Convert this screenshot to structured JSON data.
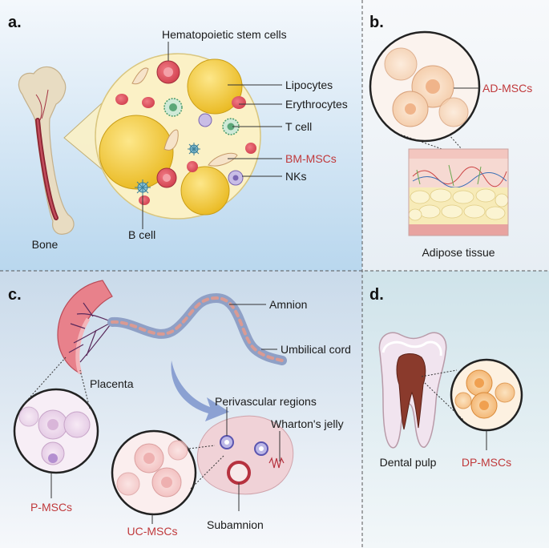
{
  "panels": {
    "a": {
      "letter": "a.",
      "hematopoietic": "Hematopoietic stem cells",
      "lipocytes": "Lipocytes",
      "erythrocytes": "Erythrocytes",
      "tcell": "T cell",
      "bmmscs": "BM-MSCs",
      "nks": "NKs",
      "bcell": "B  cell",
      "bone": "Bone"
    },
    "b": {
      "letter": "b.",
      "admscs": "AD-MSCs",
      "adipose": "Adipose tissue"
    },
    "c": {
      "letter": "c.",
      "amnion": "Amnion",
      "umbilical": "Umbilical cord",
      "placenta": "Placenta",
      "perivascular": "Perivascular regions",
      "wharton": "Wharton's jelly",
      "pmscs": "P-MSCs",
      "ucmscs": "UC-MSCs",
      "subamnion": "Subamnion"
    },
    "d": {
      "letter": "d.",
      "dentalpulp": "Dental pulp",
      "dpmscs": "DP-MSCs"
    }
  },
  "colors": {
    "msc_label": "#c0393b",
    "panel_bg": "#dbe9f5",
    "marrow": "#fbf1c6",
    "erythrocyte": "#e05a66",
    "lipocyte": "#f5cc3a"
  }
}
